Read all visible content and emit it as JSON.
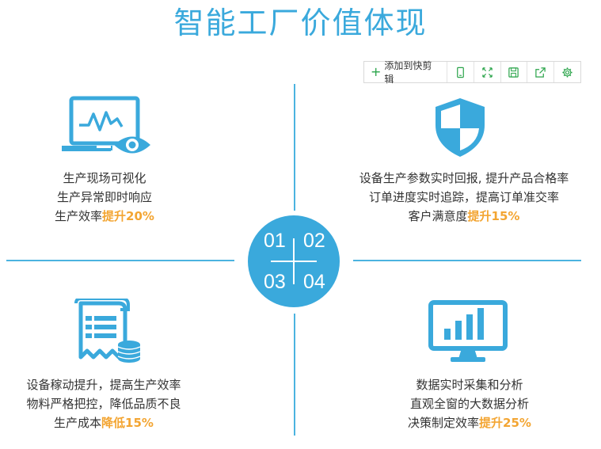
{
  "title": "智能工厂价值体现",
  "toolbar": {
    "add_label": "添加到快剪辑",
    "buttons": [
      {
        "icon": "phone-icon"
      },
      {
        "icon": "fullscreen-icon"
      },
      {
        "icon": "save-icon"
      },
      {
        "icon": "share-icon"
      },
      {
        "icon": "gear-icon"
      }
    ]
  },
  "center": {
    "n1": "01",
    "n2": "02",
    "n3": "03",
    "n4": "04"
  },
  "quadrants": [
    {
      "icon": "laptop-eye-icon",
      "lines": [
        "生产现场可视化",
        "生产异常即时响应"
      ],
      "last_prefix": "生产效率",
      "last_highlight": "提升20%"
    },
    {
      "icon": "shield-icon",
      "lines": [
        "设备生产参数实时回报, 提升产品合格率",
        "订单进度实时追踪，提高订单准交率"
      ],
      "last_prefix": "客户满意度",
      "last_highlight": "提升15%"
    },
    {
      "icon": "document-coins-icon",
      "lines": [
        "设备稼动提升，提高生产效率",
        "物料严格把控，降低品质不良"
      ],
      "last_prefix": "生产成本",
      "last_highlight": "降低15%"
    },
    {
      "icon": "monitor-chart-icon",
      "lines": [
        "数据实时采集和分析",
        "直观全窗的大数据分析"
      ],
      "last_prefix": "决策制定效率",
      "last_highlight": "提升25%"
    }
  ],
  "colors": {
    "accent": "#3aa9dc",
    "highlight": "#f3a532",
    "text": "#333333"
  }
}
